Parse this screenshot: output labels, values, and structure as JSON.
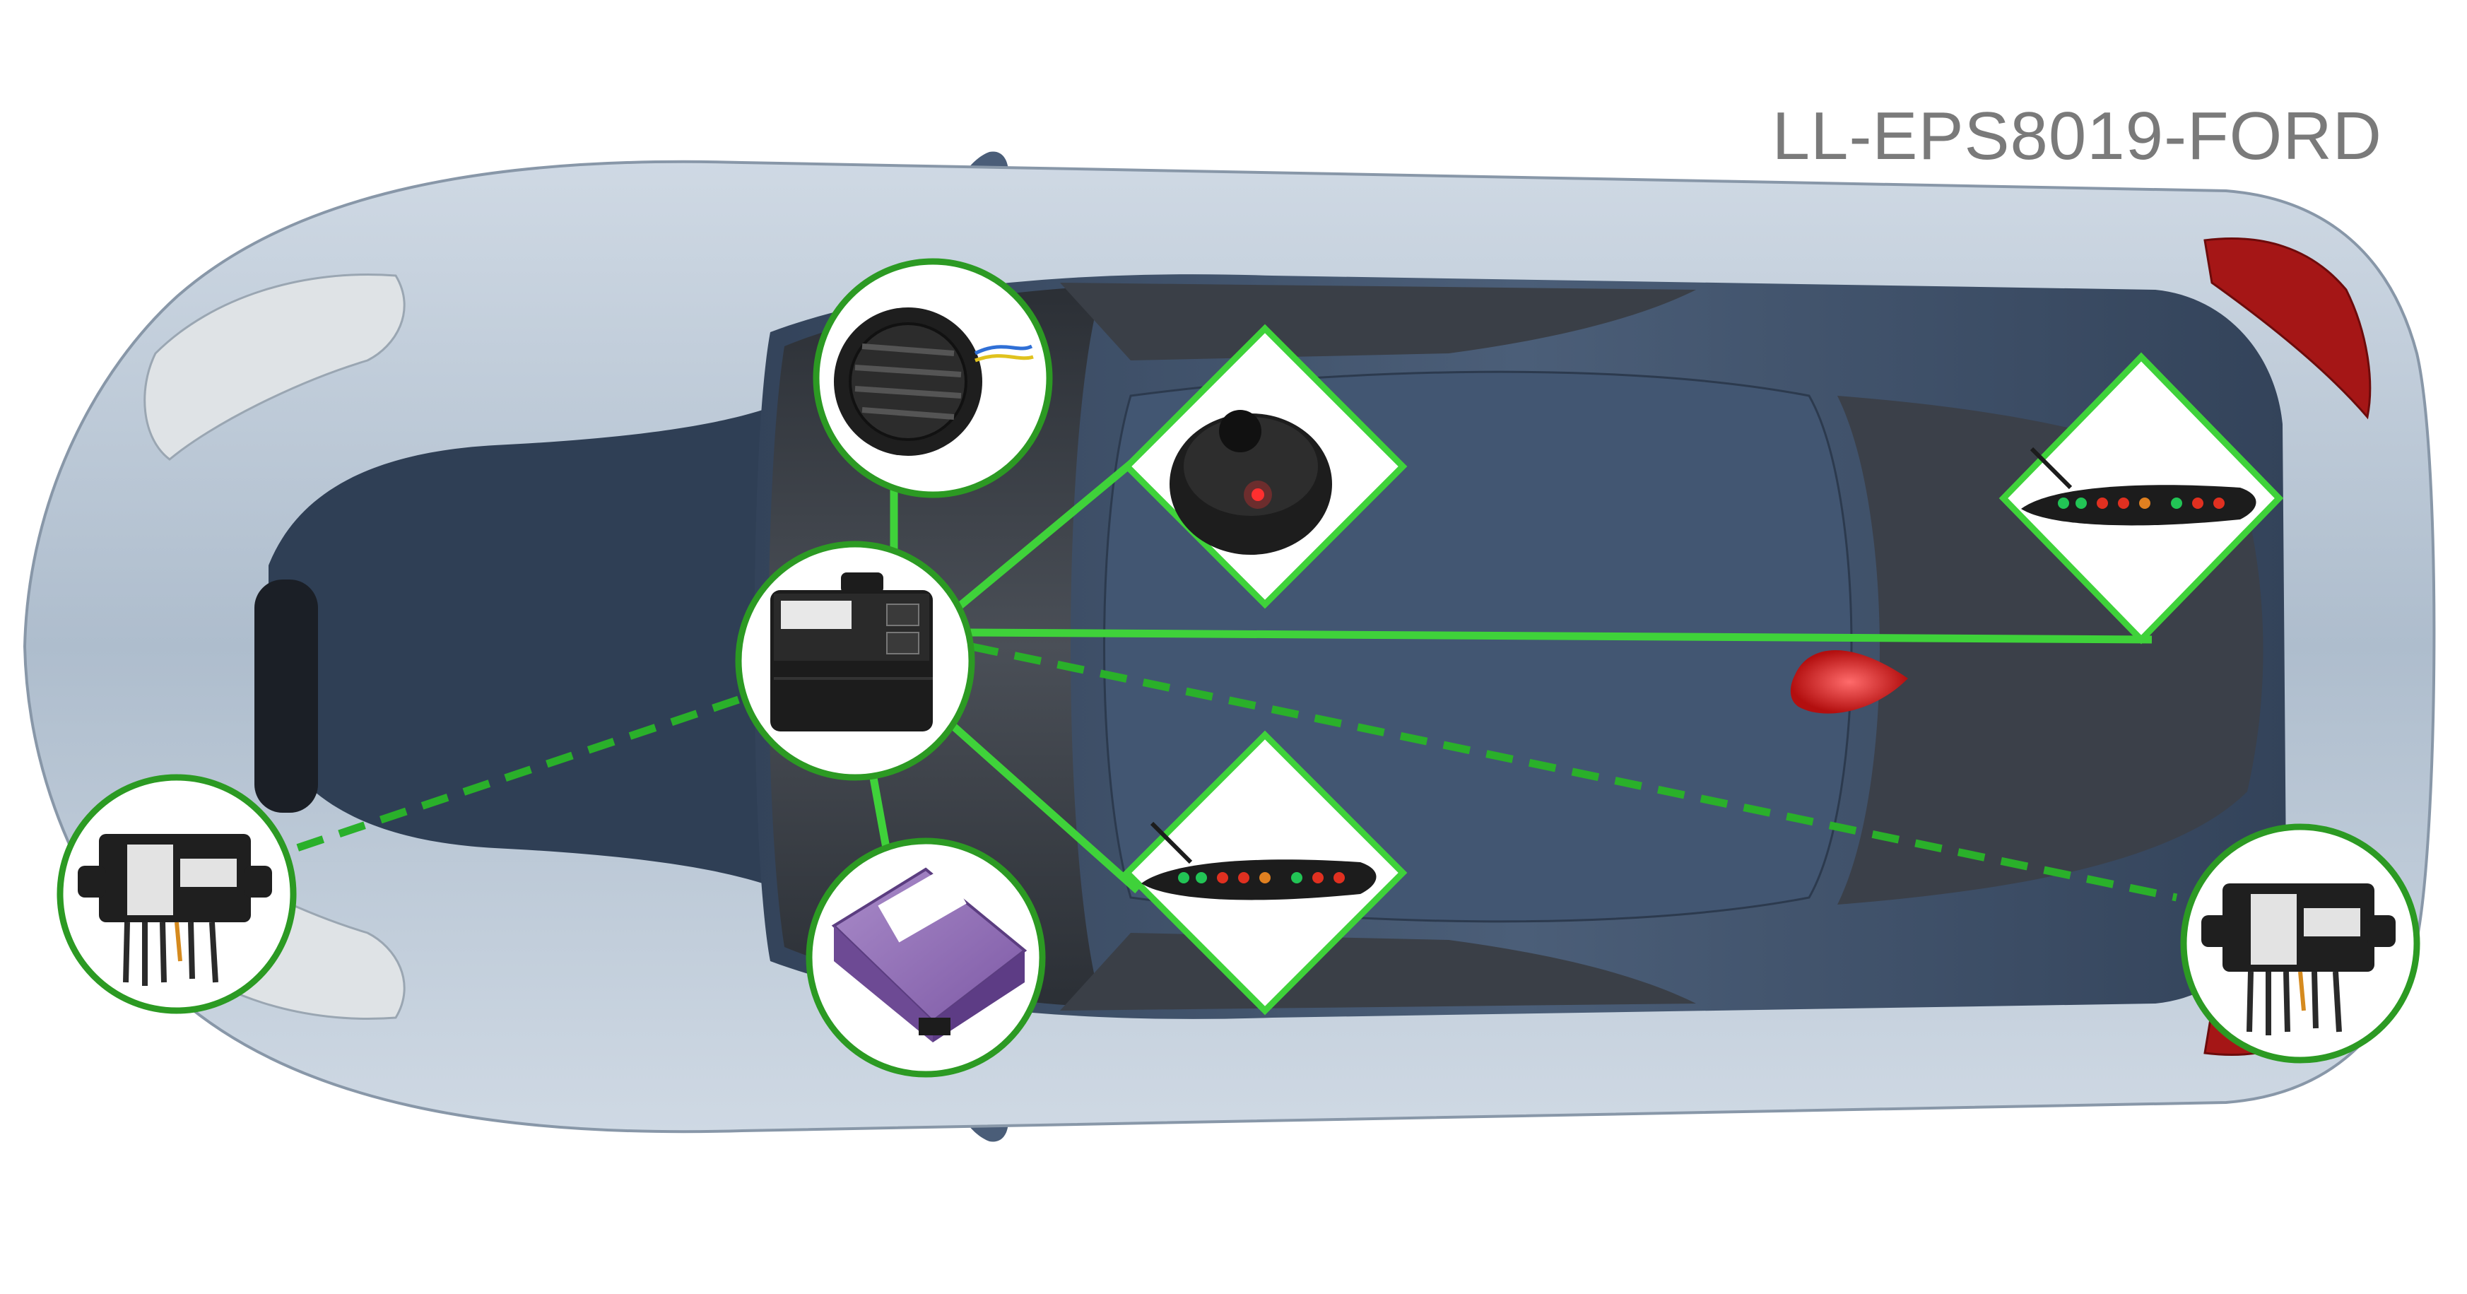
{
  "title": "LL-EPS8019-FORD",
  "colors": {
    "accent_green": "#3fd23a",
    "node_border": "#2c9a23",
    "background": "#ffffff",
    "car_body": "#b9c6d4",
    "cabin": "#3e4f66",
    "title_text": "#7a7a7a",
    "indicator_red": "#e52222",
    "indicator_green": "#22c455"
  },
  "diagram": {
    "center": {
      "id": "control-unit",
      "icon": "control-module-icon"
    },
    "nodes": [
      {
        "id": "buzzer",
        "shape": "circle",
        "icon": "speaker-buzzer-icon"
      },
      {
        "id": "can-interface",
        "shape": "circle",
        "icon": "can-interface-module-icon"
      },
      {
        "id": "front-sensor-module",
        "shape": "circle",
        "icon": "sensor-module-icon"
      },
      {
        "id": "rear-sensor-module",
        "shape": "circle",
        "icon": "sensor-module-icon"
      },
      {
        "id": "led-button",
        "shape": "diamond",
        "icon": "led-button-icon"
      },
      {
        "id": "rear-display",
        "shape": "diamond",
        "icon": "led-display-icon"
      },
      {
        "id": "front-display",
        "shape": "diamond",
        "icon": "led-display-icon"
      }
    ],
    "connections": [
      {
        "from": "control-unit",
        "to": "buzzer",
        "style": "solid"
      },
      {
        "from": "control-unit",
        "to": "can-interface",
        "style": "solid"
      },
      {
        "from": "control-unit",
        "to": "led-button",
        "style": "solid"
      },
      {
        "from": "control-unit",
        "to": "rear-display",
        "style": "solid"
      },
      {
        "from": "control-unit",
        "to": "front-display",
        "style": "solid"
      },
      {
        "from": "control-unit",
        "to": "front-sensor-module",
        "style": "dashed"
      },
      {
        "from": "control-unit",
        "to": "rear-sensor-module",
        "style": "dashed"
      }
    ]
  }
}
